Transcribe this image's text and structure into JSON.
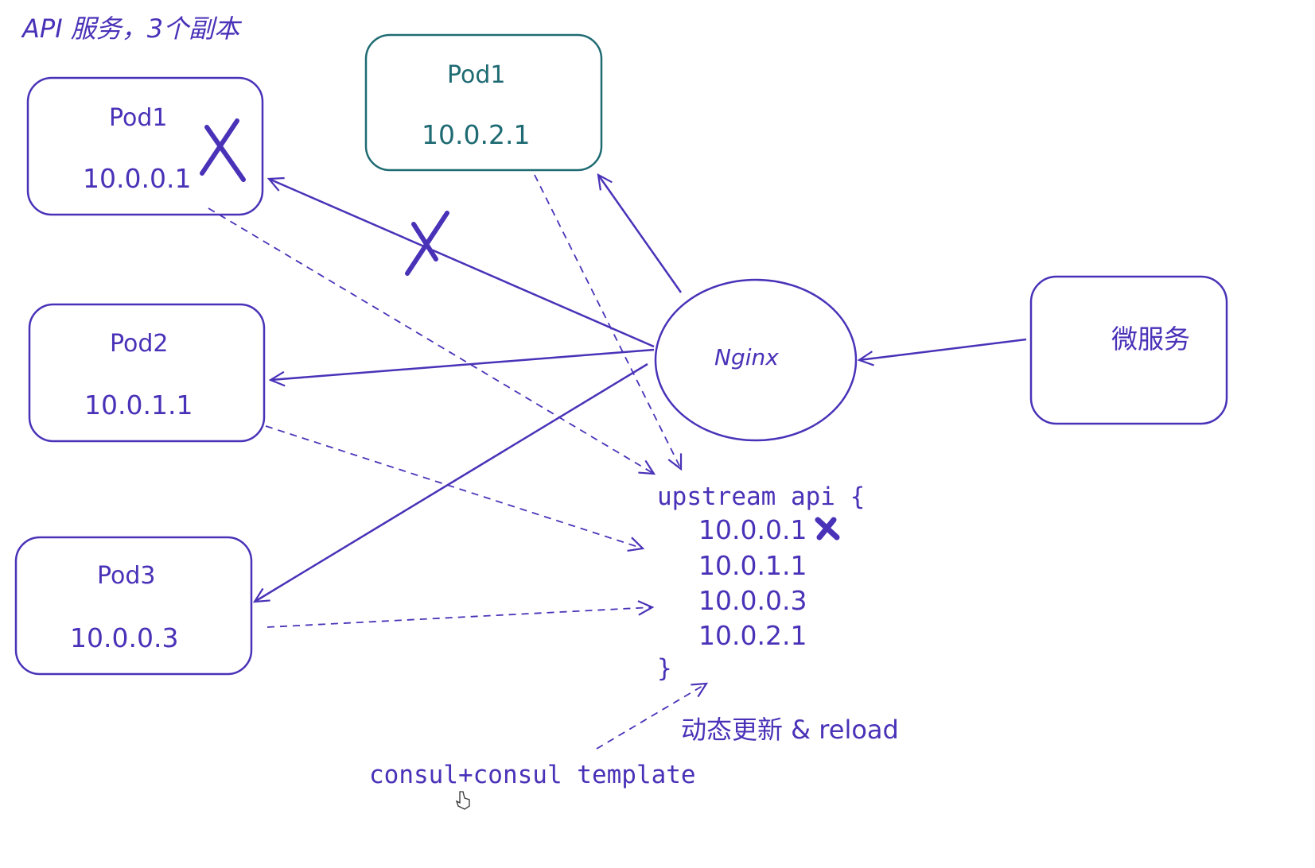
{
  "title": "API 服务，3个副本",
  "pods": [
    {
      "name": "Pod1",
      "ip": "10.0.0.1",
      "status": "down"
    },
    {
      "name": "Pod1",
      "ip": "10.0.2.1",
      "status": "up"
    },
    {
      "name": "Pod2",
      "ip": "10.0.1.1",
      "status": "up"
    },
    {
      "name": "Pod3",
      "ip": "10.0.0.3",
      "status": "up"
    }
  ],
  "nginx_label": "Nginx",
  "client_label": "微服务",
  "upstream": {
    "header": "upstream api {",
    "servers": [
      "10.0.0.1",
      "10.0.1.1",
      "10.0.0.3",
      "10.0.2.1"
    ],
    "footer": "}"
  },
  "update_label": "动态更新 & reload",
  "tool_label": "consul+consul template",
  "colors": {
    "primary": "#4a32b8",
    "teal": "#1f6b73"
  }
}
